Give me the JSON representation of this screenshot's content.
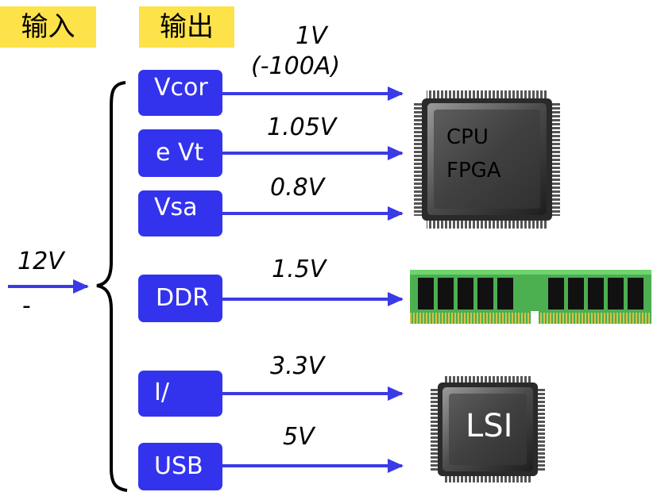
{
  "headers": {
    "input": "输入",
    "output": "输出"
  },
  "input": {
    "voltage": "12V",
    "dash": "-"
  },
  "rails": [
    {
      "box_label": "Vcor",
      "voltage": "1V",
      "current": "(-100A)"
    },
    {
      "box_label": "e  Vt",
      "voltage": "1.05V"
    },
    {
      "box_label": "Vsa",
      "voltage": "0.8V"
    },
    {
      "box_label": "DDR",
      "voltage": "1.5V"
    },
    {
      "box_label": "I/",
      "voltage": "3.3V"
    },
    {
      "box_label": "USB",
      "voltage": "5V"
    }
  ],
  "chips": {
    "cpu": {
      "line1": "CPU",
      "line2": "FPGA"
    },
    "lsi": {
      "label": "LSI"
    }
  },
  "colors": {
    "header_bg": "#fde24a",
    "box": "#3333ee",
    "arrow": "#3a3ae6",
    "ram_pcb": "#4caf50",
    "ram_chip": "#111111",
    "ram_pins": "#d9c24a"
  },
  "icons": {
    "cpu": "cpu-chip-icon",
    "ram": "ram-module-icon",
    "lsi": "lsi-chip-icon",
    "brace": "curly-brace"
  }
}
